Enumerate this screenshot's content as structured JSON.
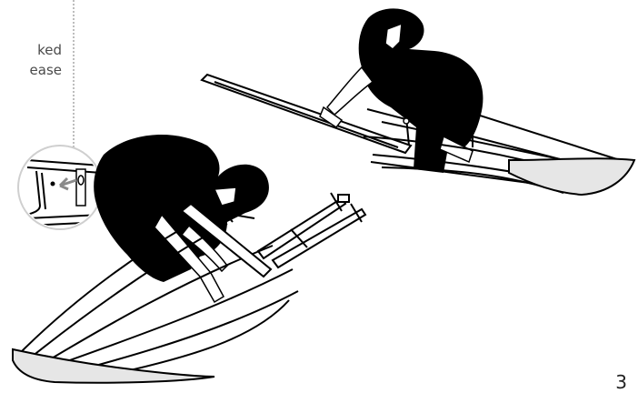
{
  "instruction": {
    "line1": "ked",
    "line2": "ease"
  },
  "page_number": "3",
  "colors": {
    "text": "#4a4a4a",
    "line": "#000000",
    "shading": "#e6e6e6",
    "divider": "#bdbdbd"
  },
  "icons": {
    "detail_callout": "magnified-latch-detail",
    "arrow": "arrow-left-gray"
  }
}
